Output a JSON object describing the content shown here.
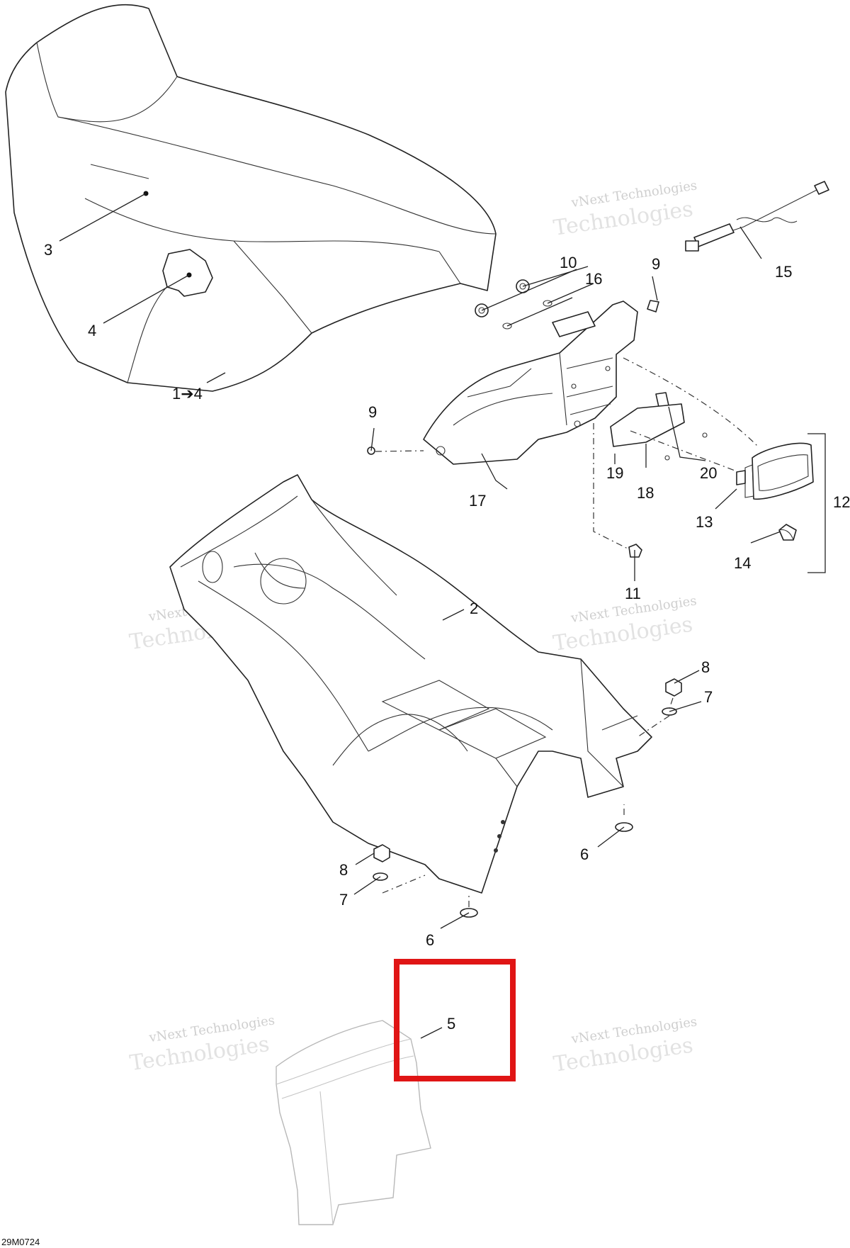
{
  "callouts": {
    "c1": "1➔4",
    "c2": "2",
    "c3": "3",
    "c4": "4",
    "c5": "5",
    "c6a": "6",
    "c6b": "6",
    "c7a": "7",
    "c7b": "7",
    "c8a": "8",
    "c8b": "8",
    "c9a": "9",
    "c9b": "9",
    "c10": "10",
    "c11": "11",
    "c12": "12",
    "c13": "13",
    "c14": "14",
    "c15": "15",
    "c16": "16",
    "c17": "17",
    "c18": "18",
    "c19": "19",
    "c20": "20"
  },
  "watermark": {
    "line1": "vNext Technologies",
    "line2": "Technologies"
  },
  "drawing_code": "29M0724",
  "highlight_color": "#e01515",
  "highlighted_callout": "5"
}
